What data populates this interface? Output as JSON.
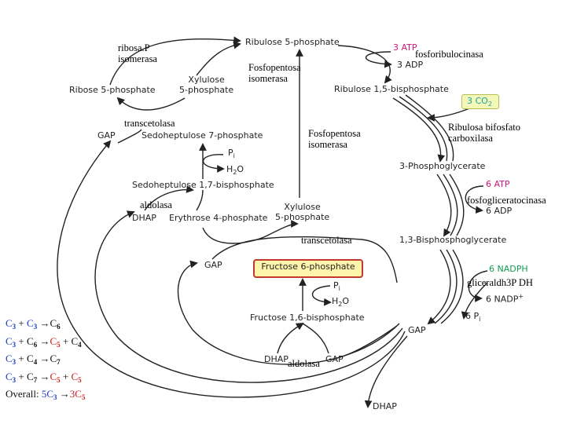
{
  "metabolites": {
    "ru5p": "Ribulose 5-phosphate",
    "rubp": "Ribulose 1,5-bisphosphate",
    "pga3": "3-Phosphoglycerate",
    "bpg13": "1,3-Bisphosphoglycerate",
    "r5p": "Ribose 5-phosphate",
    "xu5p_top": "Xylulose\n5-phosphate",
    "gap_left": "GAP",
    "s7p": "Sedoheptulose 7-phosphate",
    "pi_s7": "Pi",
    "h2o_s7": "H2O",
    "sbp": "Sedoheptulose 1,7-bisphosphate",
    "dhap_left": "DHAP",
    "e4p": "Erythrose 4-phosphate",
    "xu5p_mid": "Xylulose\n5-phosphate",
    "gap_mid": "GAP",
    "f6p": "Fructose 6-phosphate",
    "pi_f6": "Pi",
    "h2o_f6": "H2O",
    "fbp": "Fructose 1,6-bisphosphate",
    "dhap_bottom": "DHAP",
    "gap_bottom": "GAP",
    "gap_right": "GAP",
    "dhap_out": "DHAP"
  },
  "cofactors": {
    "atp_3": "3 ATP",
    "adp_3": "3 ADP",
    "co2_3": "3 CO2",
    "atp_6": "6 ATP",
    "adp_6": "6 ADP",
    "nadph_6": "6 NADPH",
    "nadp_6": "6 NADP+",
    "pi_6": "6 Pi"
  },
  "enzymes": {
    "ribosa_isomerasa": "ribosa.P\nisomerasa",
    "fosfopentosa_isomerasa_top": "Fosfopentosa\nisomerasa",
    "fosforibulocinasa": "fosforibulocinasa",
    "transcetolasa_top": "transcetolasa",
    "fosfopentosa_isomerasa_mid": "Fosfopentosa\nisomerasa",
    "ribulosa_carboxilasa": "Ribulosa bifosfato\ncarboxilasa",
    "aldolasa_left": "aldolasa",
    "fosfogliceratocinasa": "fosfogliceratocinasa",
    "transcetolasa_mid": "transcetolasa",
    "gliceraldh3p_dh": "gliceraldh3P DH",
    "aldolasa_bottom": "aldolasa"
  },
  "equations": [
    [
      {
        "t": "C",
        "c": "b"
      },
      {
        "t": "3",
        "c": "b",
        "sub": true
      },
      {
        "t": " + ",
        "c": "k"
      },
      {
        "t": "C",
        "c": "b"
      },
      {
        "t": "3",
        "c": "b",
        "sub": true
      },
      {
        "t": " →",
        "c": "k"
      },
      {
        "t": "C",
        "c": "k"
      },
      {
        "t": "6",
        "c": "k",
        "sub": true
      }
    ],
    [
      {
        "t": "C",
        "c": "b"
      },
      {
        "t": "3",
        "c": "b",
        "sub": true
      },
      {
        "t": " + ",
        "c": "k"
      },
      {
        "t": "C",
        "c": "k"
      },
      {
        "t": "6",
        "c": "k",
        "sub": true
      },
      {
        "t": " →",
        "c": "k"
      },
      {
        "t": "C",
        "c": "r"
      },
      {
        "t": "5",
        "c": "r",
        "sub": true
      },
      {
        "t": " + ",
        "c": "k"
      },
      {
        "t": "C",
        "c": "k"
      },
      {
        "t": "4",
        "c": "k",
        "sub": true
      }
    ],
    [
      {
        "t": "C",
        "c": "b"
      },
      {
        "t": "3",
        "c": "b",
        "sub": true
      },
      {
        "t": " + ",
        "c": "k"
      },
      {
        "t": "C",
        "c": "k"
      },
      {
        "t": "4",
        "c": "k",
        "sub": true
      },
      {
        "t": " →",
        "c": "k"
      },
      {
        "t": "C",
        "c": "k"
      },
      {
        "t": "7",
        "c": "k",
        "sub": true
      }
    ],
    [
      {
        "t": "C",
        "c": "b"
      },
      {
        "t": "3",
        "c": "b",
        "sub": true
      },
      {
        "t": " + ",
        "c": "k"
      },
      {
        "t": "C",
        "c": "k"
      },
      {
        "t": "7",
        "c": "k",
        "sub": true
      },
      {
        "t": " →",
        "c": "k"
      },
      {
        "t": "C",
        "c": "r"
      },
      {
        "t": "5",
        "c": "r",
        "sub": true
      },
      {
        "t": " + ",
        "c": "k"
      },
      {
        "t": "C",
        "c": "r"
      },
      {
        "t": "5",
        "c": "r",
        "sub": true
      }
    ],
    [
      {
        "t": "Overall: ",
        "c": "k"
      },
      {
        "t": "5C",
        "c": "b"
      },
      {
        "t": "3",
        "c": "b",
        "sub": true
      },
      {
        "t": " →",
        "c": "k"
      },
      {
        "t": "3C",
        "c": "r"
      },
      {
        "t": "5",
        "c": "r",
        "sub": true
      }
    ]
  ],
  "colors": {
    "atp": "#d4147a",
    "co2": "#17a7a0",
    "nadph": "#119c50",
    "c3": "#1f3fc4",
    "c5": "#c81e1e",
    "f6p_fill": "#fff4ac",
    "f6p_border": "#c0392b",
    "co2_fill": "#f3f7b8"
  }
}
